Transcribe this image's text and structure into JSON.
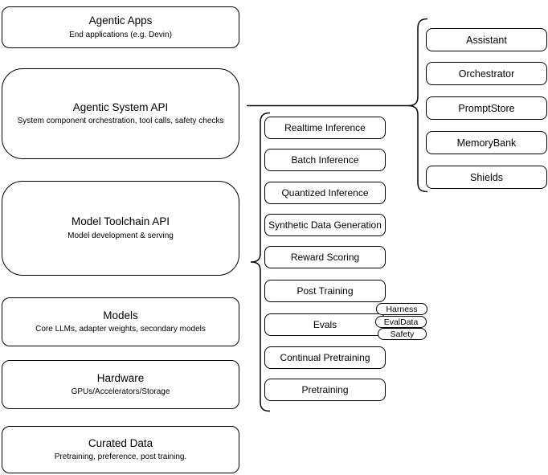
{
  "stack": [
    {
      "title": "Agentic Apps",
      "subtitle": "End applications (e.g. Devin)"
    },
    {
      "title": "Agentic System API",
      "subtitle": "System component orchestration, tool calls, safety checks"
    },
    {
      "title": "Model Toolchain API",
      "subtitle": "Model development & serving"
    },
    {
      "title": "Models",
      "subtitle": "Core LLMs, adapter weights, secondary models"
    },
    {
      "title": "Hardware",
      "subtitle": "GPUs/Accelerators/Storage"
    },
    {
      "title": "Curated Data",
      "subtitle": "Pretraining, preference, post training."
    }
  ],
  "toolchain": [
    "Realtime Inference",
    "Batch Inference",
    "Quantized Inference",
    "Synthetic Data Generation",
    "Reward Scoring",
    "Post Training",
    "Evals",
    "Continual Pretraining",
    "Pretraining"
  ],
  "evals_tags": [
    "Harness",
    "EvalData",
    "Safety"
  ],
  "components": [
    "Assistant",
    "Orchestrator",
    "PromptStore",
    "MemoryBank",
    "Shields"
  ],
  "colors": {
    "stroke": "#000000",
    "fill": "#ffffff",
    "text": "#000000"
  }
}
